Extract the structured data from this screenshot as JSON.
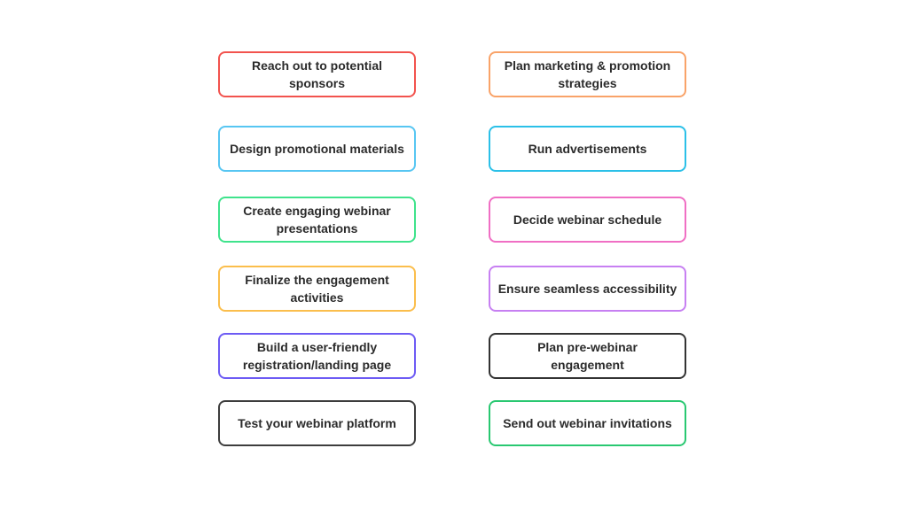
{
  "page": {
    "background_color": "#ffffff",
    "text_color": "#2b2b2b"
  },
  "columns": [
    {
      "name": "left",
      "items": [
        {
          "label": "Reach out to potential\nsponsors",
          "border_color": "#f2534e"
        },
        {
          "label": "Design promotional materials",
          "border_color": "#57c6f2"
        },
        {
          "label": "Create engaging webinar\npresentations",
          "border_color": "#3fe38c"
        },
        {
          "label": "Finalize the engagement\nactivities",
          "border_color": "#fbbe4c"
        },
        {
          "label": "Build a user-friendly\nregistration/landing page",
          "border_color": "#6d5bf4"
        },
        {
          "label": "Test your webinar platform",
          "border_color": "#3d3d3d"
        }
      ]
    },
    {
      "name": "right",
      "items": [
        {
          "label": "Plan marketing & promotion\nstrategies",
          "border_color": "#f9a369"
        },
        {
          "label": "Run advertisements",
          "border_color": "#2bc0e8"
        },
        {
          "label": "Decide webinar schedule",
          "border_color": "#f06fc4"
        },
        {
          "label": "Ensure seamless accessibility",
          "border_color": "#c780f2"
        },
        {
          "label": "Plan pre-webinar\nengagement",
          "border_color": "#333333"
        },
        {
          "label": "Send out webinar invitations",
          "border_color": "#29c871"
        }
      ]
    }
  ]
}
